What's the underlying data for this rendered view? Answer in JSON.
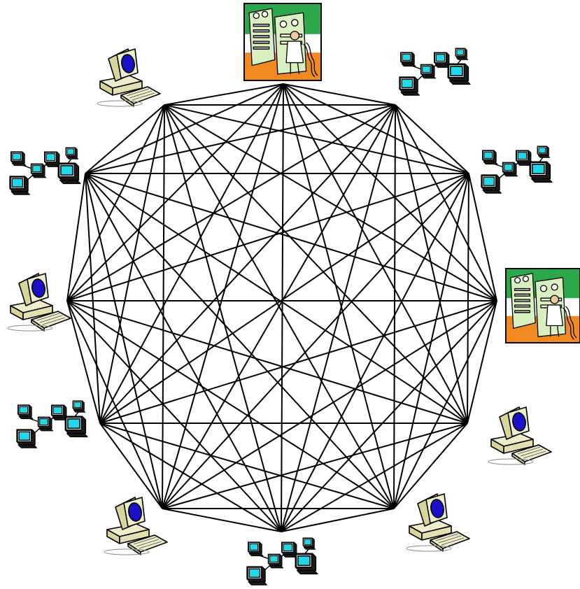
{
  "diagram": {
    "type": "full-mesh-network",
    "line_color": "#000000",
    "colors": {
      "monitor_body": "#e8e4b0",
      "monitor_screen": "#1a10c8",
      "network_screen": "#22d8e8",
      "mainframe_bg_top": "#2aa84a",
      "mainframe_floor": "#f08a20",
      "mainframe_cabinet": "#d8f0c0"
    },
    "nodes": [
      {
        "id": "n0",
        "icon": "mainframe-icon"
      },
      {
        "id": "n1",
        "icon": "workgroup-network-icon"
      },
      {
        "id": "n2",
        "icon": "workgroup-network-icon"
      },
      {
        "id": "n3",
        "icon": "mainframe-icon"
      },
      {
        "id": "n4",
        "icon": "desktop-computer-icon"
      },
      {
        "id": "n5",
        "icon": "desktop-computer-icon"
      },
      {
        "id": "n6",
        "icon": "workgroup-network-icon"
      },
      {
        "id": "n7",
        "icon": "desktop-computer-icon"
      },
      {
        "id": "n8",
        "icon": "workgroup-network-icon"
      },
      {
        "id": "n9",
        "icon": "desktop-computer-icon"
      },
      {
        "id": "n10",
        "icon": "workgroup-network-icon"
      },
      {
        "id": "n11",
        "icon": "desktop-computer-icon"
      }
    ]
  }
}
